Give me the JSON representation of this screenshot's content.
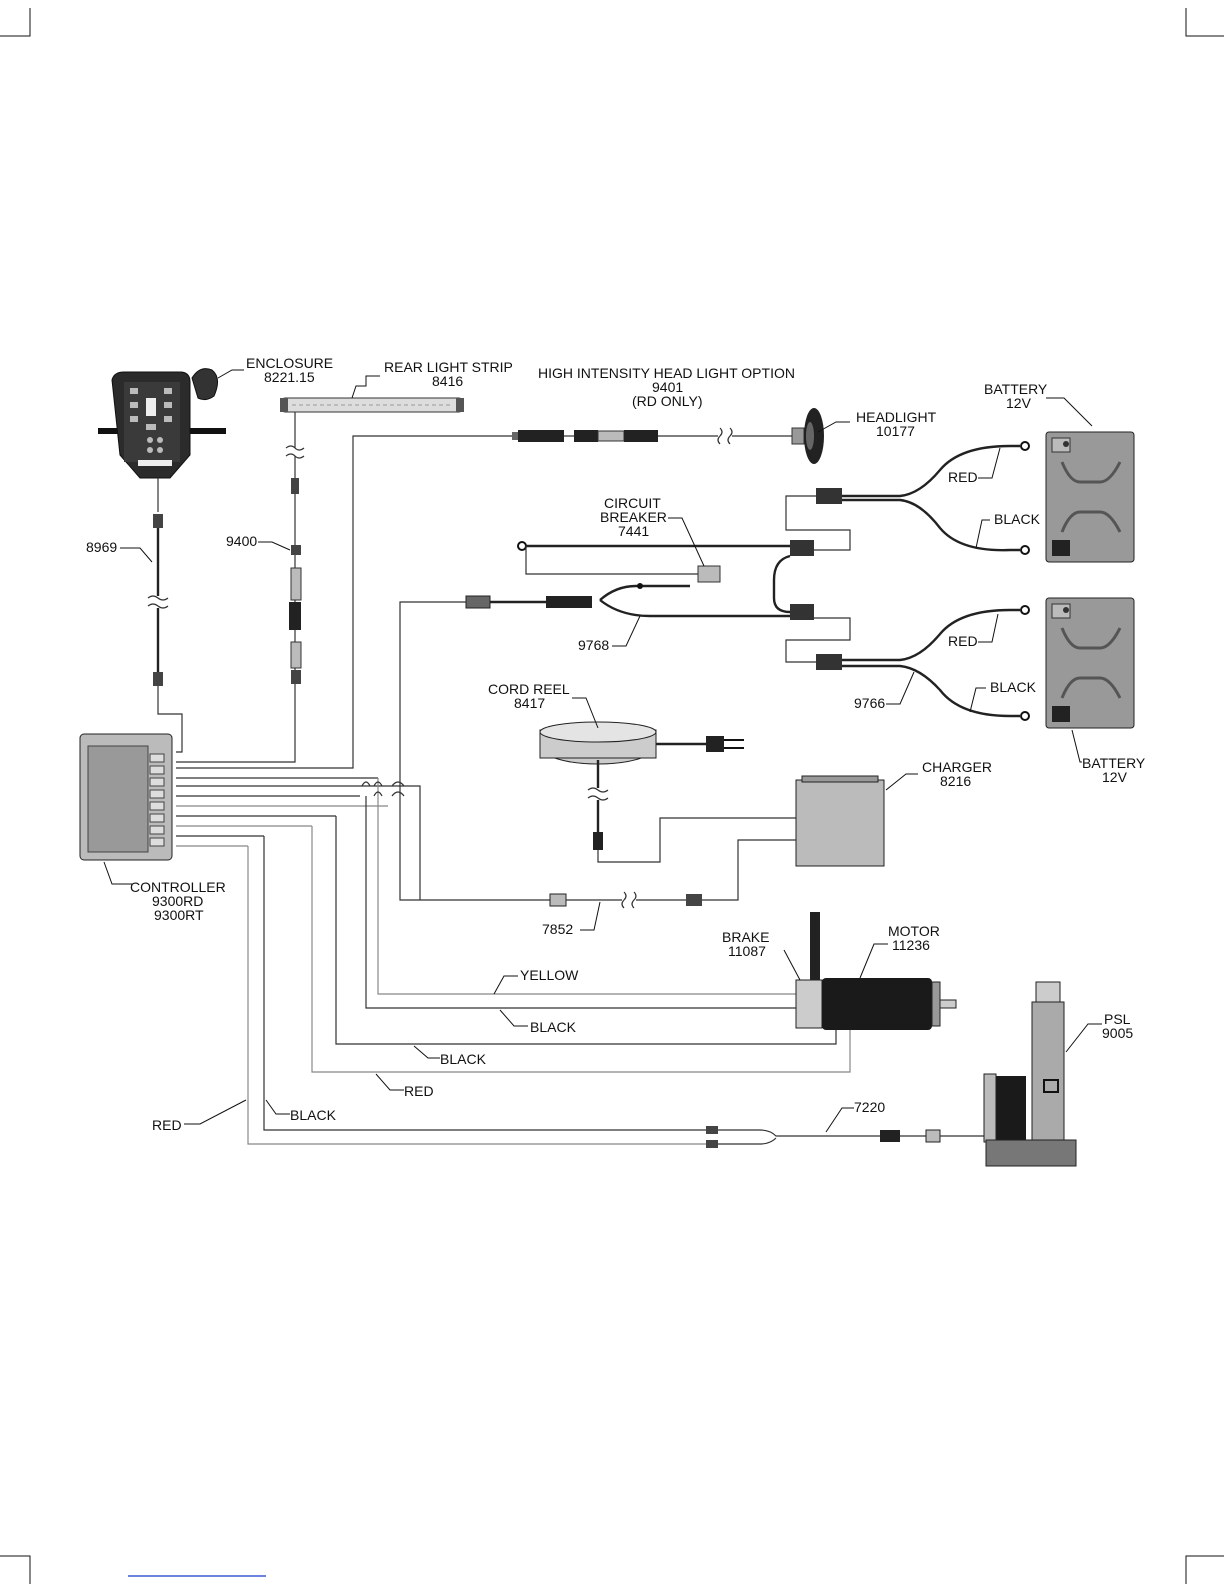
{
  "labels": {
    "enclosure_name": "ENCLOSURE",
    "enclosure_part": "8221.15",
    "rear_light_name": "REAR LIGHT STRIP",
    "rear_light_part": "8416",
    "hi_light_name": "HIGH INTENSITY HEAD LIGHT OPTION",
    "hi_light_part": "9401",
    "hi_light_note": "(RD ONLY)",
    "headlight_name": "HEADLIGHT",
    "headlight_part": "10177",
    "battery1_name": "BATTERY",
    "battery1_volt": "12V",
    "battery2_name": "BATTERY",
    "battery2_volt": "12V",
    "red1": "RED",
    "black1": "BLACK",
    "red2": "RED",
    "black2": "BLACK",
    "cb_name1": "CIRCUIT",
    "cb_name2": "BREAKER",
    "cb_part": "7441",
    "harness_8969": "8969",
    "harness_9400": "9400",
    "harness_9768": "9768",
    "harness_9766": "9766",
    "cordreel_name": "CORD REEL",
    "cordreel_part": "8417",
    "charger_name": "CHARGER",
    "charger_part": "8216",
    "controller_name": "CONTROLLER",
    "controller_part1": "9300RD",
    "controller_part2": "9300RT",
    "harness_7852": "7852",
    "brake_name": "BRAKE",
    "brake_part": "11087",
    "motor_name": "MOTOR",
    "motor_part": "11236",
    "yellow": "YELLOW",
    "black_motor": "BLACK",
    "black_psl1": "BLACK",
    "red_psl1": "RED",
    "red_psl2": "RED",
    "black_psl2": "BLACK",
    "harness_7220": "7220",
    "psl_name": "PSL",
    "psl_part": "9005"
  }
}
